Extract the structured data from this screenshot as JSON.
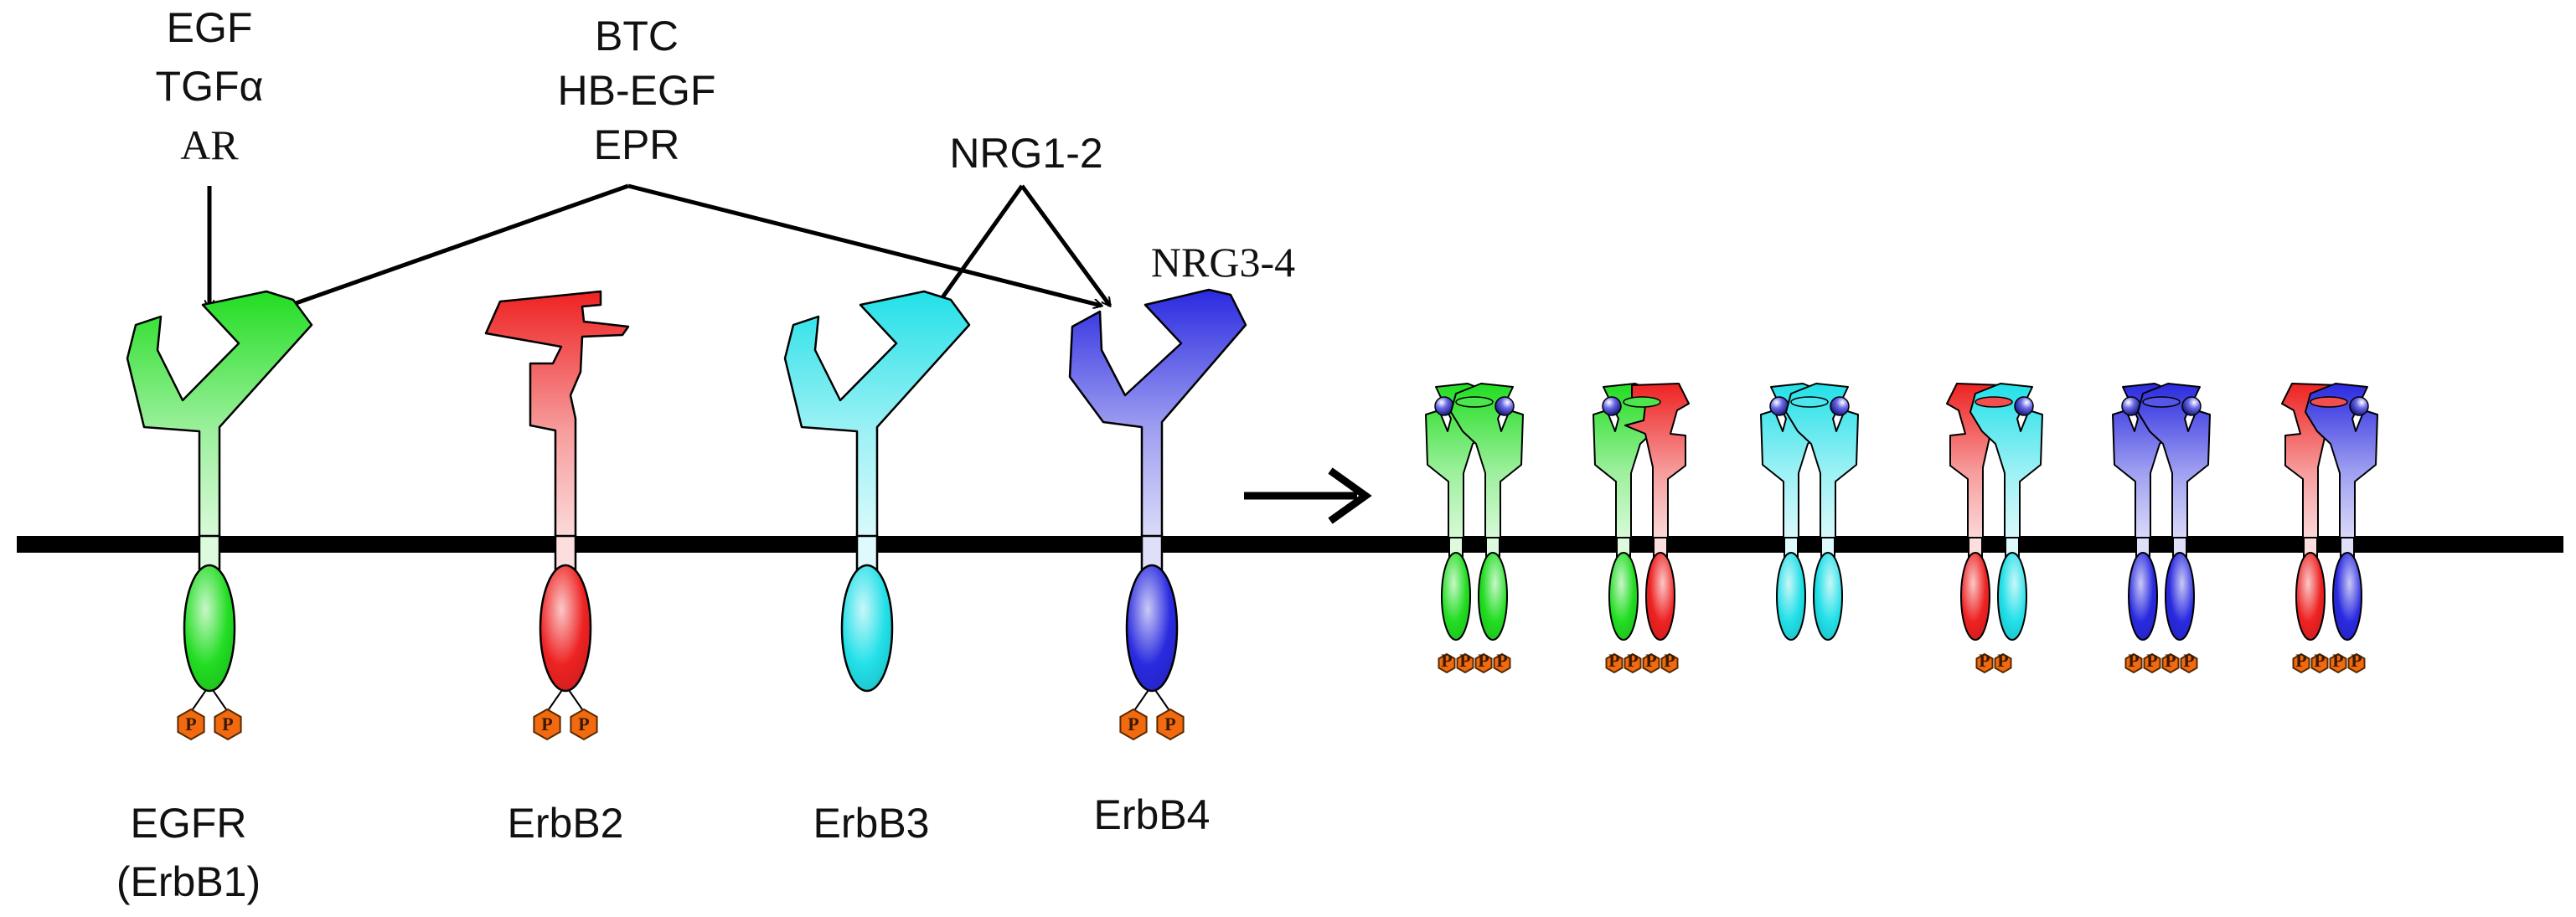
{
  "ligands": {
    "egf": "EGF",
    "tgfa": "TGFα",
    "ar": "AR",
    "btc": "BTC",
    "hbegf": "HB-EGF",
    "epr": "EPR",
    "nrg12": "NRG1-2",
    "nrg34": "NRG3-4"
  },
  "receptors": {
    "egfr_line1": "EGFR",
    "egfr_line2": "(ErbB1)",
    "erbb2": "ErbB2",
    "erbb3": "ErbB3",
    "erbb4": "ErbB4"
  },
  "phospho_label": "P",
  "colors": {
    "egfr": "#22dd22",
    "erbb2": "#ee2222",
    "erbb3": "#22e0e8",
    "erbb4": "#2a2ae0",
    "phospho": "#f26a10",
    "membrane": "#000000",
    "ligand_ball": "#6a6ae8"
  },
  "dimers": [
    {
      "left": "egfr",
      "right": "egfr",
      "phospho_count": 4
    },
    {
      "left": "egfr",
      "right": "erbb2",
      "phospho_count": 4
    },
    {
      "left": "erbb3",
      "right": "erbb3",
      "phospho_count": 0
    },
    {
      "left": "erbb2",
      "right": "erbb3",
      "phospho_count": 2
    },
    {
      "left": "erbb4",
      "right": "erbb4",
      "phospho_count": 4
    },
    {
      "left": "erbb2",
      "right": "erbb4",
      "phospho_count": 4
    }
  ]
}
